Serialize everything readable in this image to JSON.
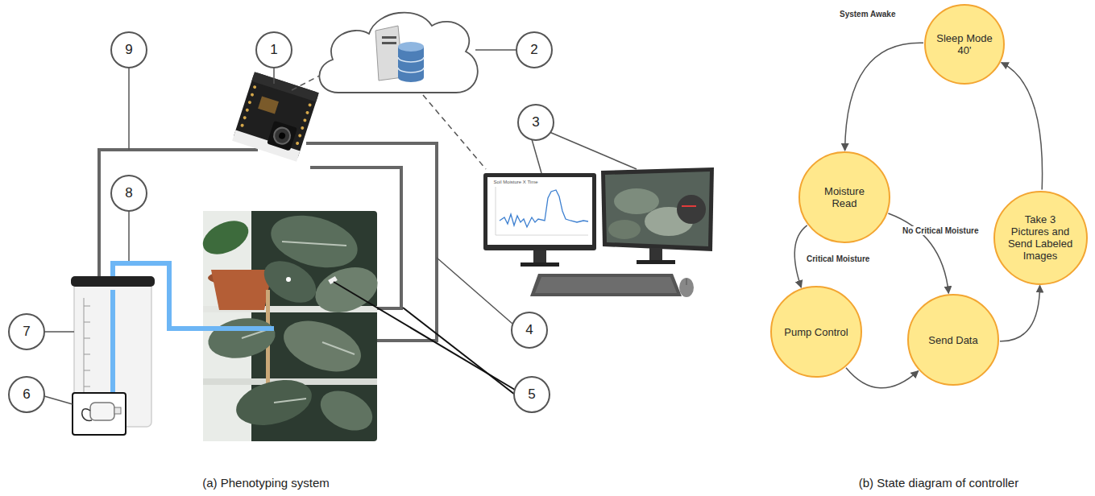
{
  "diagram": {
    "nodes": [
      {
        "text": [
          "Sleep Mode 40'"
        ]
      },
      {
        "text": [
          "Moisture Read"
        ]
      },
      {
        "text": [
          "Take 3 Pictures and Send Labeled Images"
        ]
      },
      {
        "text": [
          "Pump Control"
        ]
      },
      {
        "text": [
          "Send Data"
        ]
      }
    ],
    "edges": [
      {
        "from": 0,
        "to": 1,
        "label": "System Awake",
        "arrow": "to"
      },
      {
        "from": 1,
        "to": 3,
        "label": "Critical Moisture",
        "arrow": "to"
      },
      {
        "from": 1,
        "to": 4,
        "label": "No Critical Moisture",
        "arrow": "to"
      },
      {
        "from": 3,
        "to": 4,
        "arrow": "to"
      },
      {
        "from": 4,
        "to": 2,
        "arrow": "to"
      },
      {
        "from": 2,
        "to": 0,
        "arrow": "to"
      }
    ],
    "labels": [
      "1",
      "2",
      "3",
      "4",
      "5",
      "6",
      "7",
      "8",
      "9",
      "Soil Moisture X Time",
      "(a) Phenotyping system",
      "(b) State diagram of controller"
    ]
  }
}
